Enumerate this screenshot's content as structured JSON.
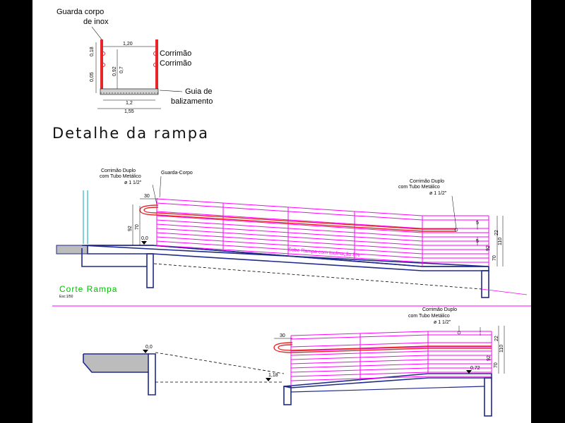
{
  "detail": {
    "guarda_corpo_label_1": "Guarda corpo",
    "guarda_corpo_label_2": "de inox",
    "corrimao_top": "Corrimão",
    "corrimao_bottom": "Corrimão",
    "guia_label_1": "Guia de",
    "guia_label_2": "balizamento",
    "dim_top": "1,20",
    "dim_bottom_1": "1,2",
    "dim_bottom_2": "1,55",
    "dim_left_1": "0,18",
    "dim_left_2": "0,05",
    "dim_mid": "0,92",
    "dim_mid_2": "0,7"
  },
  "page_title": "Detalhe da rampa",
  "section1": {
    "handrail_left_1": "Corrimão Duplo",
    "handrail_left_2": "com Tubo Metálico",
    "handrail_left_3": "ø 1 1/2\"",
    "guarda_corpo": "Guarda-Corpo",
    "handrail_right_1": "Corrimão Duplo",
    "handrail_right_2": "com Tubo Metálico",
    "handrail_right_3": "ø 1 1/2\"",
    "ramp_note": "Sobe Rampa com Inclinação 8%",
    "level_top": "0,0",
    "dim_30": "30",
    "dim_92": "92",
    "dim_70": "70",
    "dim_110": "110",
    "dim_22": "22",
    "dim_5a": "5",
    "dim_5b": "5",
    "section_label": "Corte Rampa",
    "scale_label": "Esc:1/50"
  },
  "section2": {
    "handrail_1": "Corrimão Duplo",
    "handrail_2": "com Tubo Metálico",
    "handrail_3": "ø 1 1/2\"",
    "level_top": "0,0",
    "level_bottom": "1,18",
    "level_right": "0,72",
    "dim_30": "30",
    "dim_92": "92",
    "dim_70": "70",
    "dim_110": "110",
    "dim_22": "22"
  },
  "colors": {
    "rail": "#ff00ff",
    "handrail": "#e8262a",
    "structure": "#1f2a8a",
    "fill": "#bcbcbc",
    "label_green": "#00c000"
  }
}
